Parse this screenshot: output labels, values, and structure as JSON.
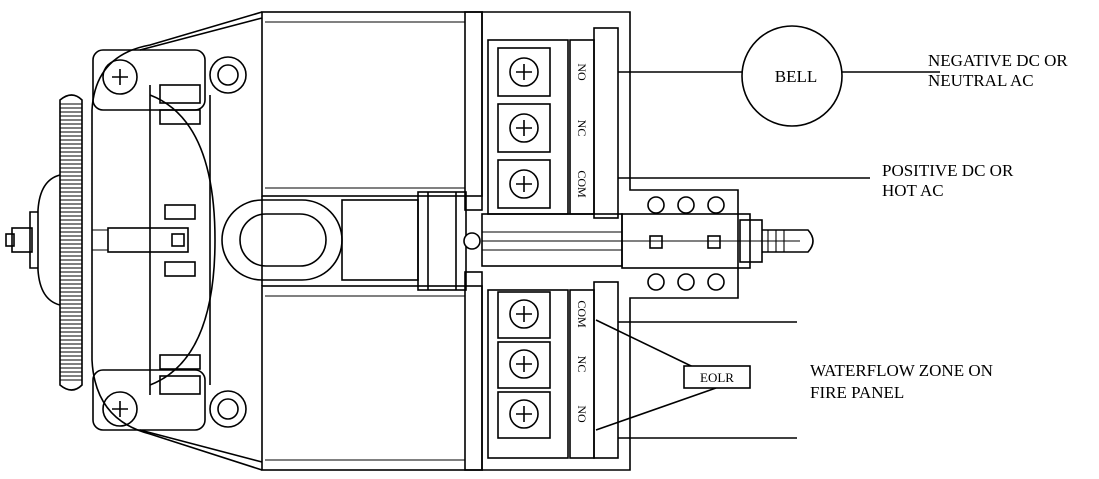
{
  "labels": {
    "bell": "BELL",
    "negative_line1": "NEGATIVE DC OR",
    "negative_line2": "NEUTRAL AC",
    "positive_line1": "POSITIVE DC OR",
    "positive_line2": "HOT AC",
    "waterflow_line1": "WATERFLOW ZONE ON",
    "waterflow_line2": "FIRE PANEL",
    "eolr": "EOLR"
  },
  "terminals": {
    "upper": [
      "NO",
      "NC",
      "COM"
    ],
    "lower": [
      "COM",
      "NC",
      "NO"
    ]
  }
}
